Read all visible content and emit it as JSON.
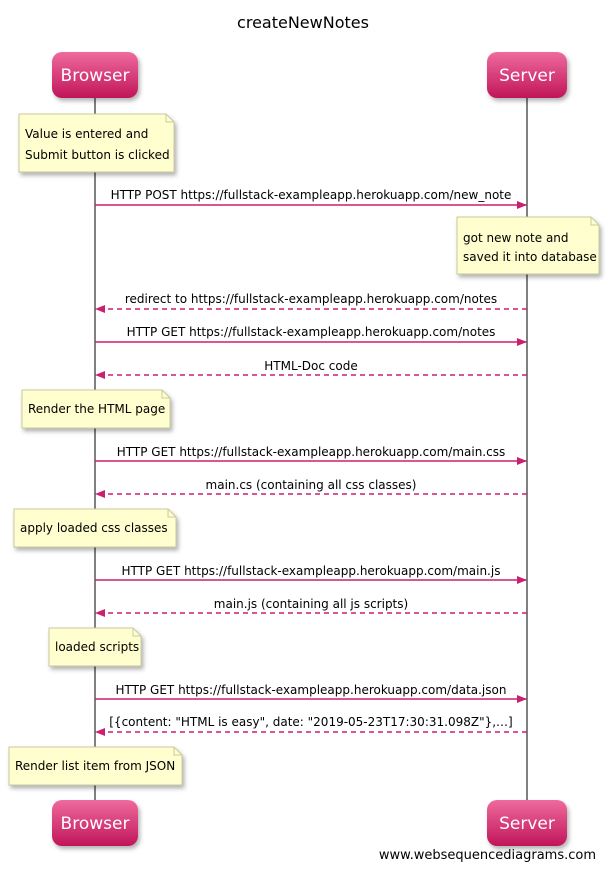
{
  "title": "createNewNotes",
  "actors": {
    "browser": "Browser",
    "server": "Server"
  },
  "notes": {
    "value_entered": [
      "Value is entered and",
      "Submit button is clicked"
    ],
    "saved_note": [
      "got new note and",
      "saved it into database"
    ],
    "render_html": [
      "Render the HTML page"
    ],
    "apply_css": [
      "apply loaded css classes"
    ],
    "loaded_scripts": [
      "loaded scripts"
    ],
    "render_list": [
      "Render list item from JSON"
    ]
  },
  "messages": {
    "post_new_note": "HTTP POST https://fullstack-exampleapp.herokuapp.com/new_note",
    "redirect_notes": "redirect to https://fullstack-exampleapp.herokuapp.com/notes",
    "get_notes": "HTTP GET https://fullstack-exampleapp.herokuapp.com/notes",
    "html_doc": "HTML-Doc code",
    "get_main_css": "HTTP GET https://fullstack-exampleapp.herokuapp.com/main.css",
    "main_css_response": "main.cs (containing all css classes)",
    "get_main_js": "HTTP GET https://fullstack-exampleapp.herokuapp.com/main.js",
    "main_js_response": "main.js (containing all js scripts)",
    "get_data_json": "HTTP GET https://fullstack-exampleapp.herokuapp.com/data.json",
    "data_json_response": "[{content: \"HTML is easy\", date: \"2019-05-23T17:30:31.098Z\"},…]"
  },
  "footer": "www.websequencediagrams.com",
  "colors": {
    "arrow": "#cc1f6f",
    "actor_fill_top": "#ea5c93",
    "actor_fill_bottom": "#c3175c",
    "note_fill": "#fefece",
    "note_stroke": "#c9c9a0",
    "lifeline": "#000000"
  }
}
